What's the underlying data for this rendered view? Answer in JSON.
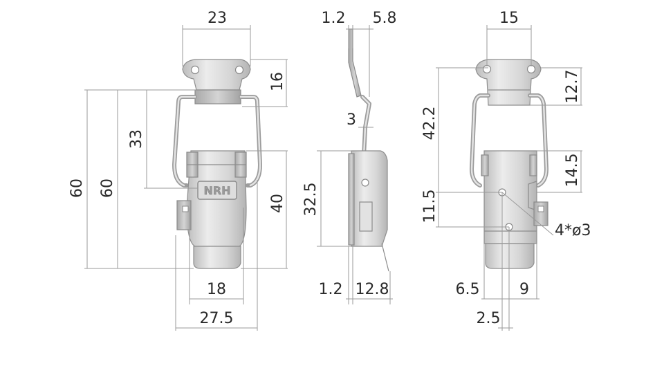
{
  "front_view": {
    "width_top": "23",
    "plate_height": "16",
    "span_33": "33",
    "overall_60_outer": "60",
    "overall_60_inner": "60",
    "body_40": "40",
    "bottom_18": "18",
    "bottom_27_5": "27.5",
    "logo_text": "NRH"
  },
  "side_view": {
    "thickness_top": "1.2",
    "offset_top": "5.8",
    "bend_3": "3",
    "height_32_5": "32.5",
    "thickness_bottom": "1.2",
    "depth_bottom": "12.8"
  },
  "rear_view": {
    "width_top": "15",
    "height_42_2": "42.2",
    "plate_12_7": "12.7",
    "gap_14_5": "14.5",
    "hole_11_5": "11.5",
    "hole_callout": "4*ø3",
    "offset_6_5": "6.5",
    "offset_9": "9",
    "offset_2_5": "2.5"
  },
  "colors": {
    "metal_light": "#eeeeee",
    "metal_mid": "#c8c8c8",
    "dimension_line": "#9a9a9a",
    "text": "#2a2a2a"
  }
}
